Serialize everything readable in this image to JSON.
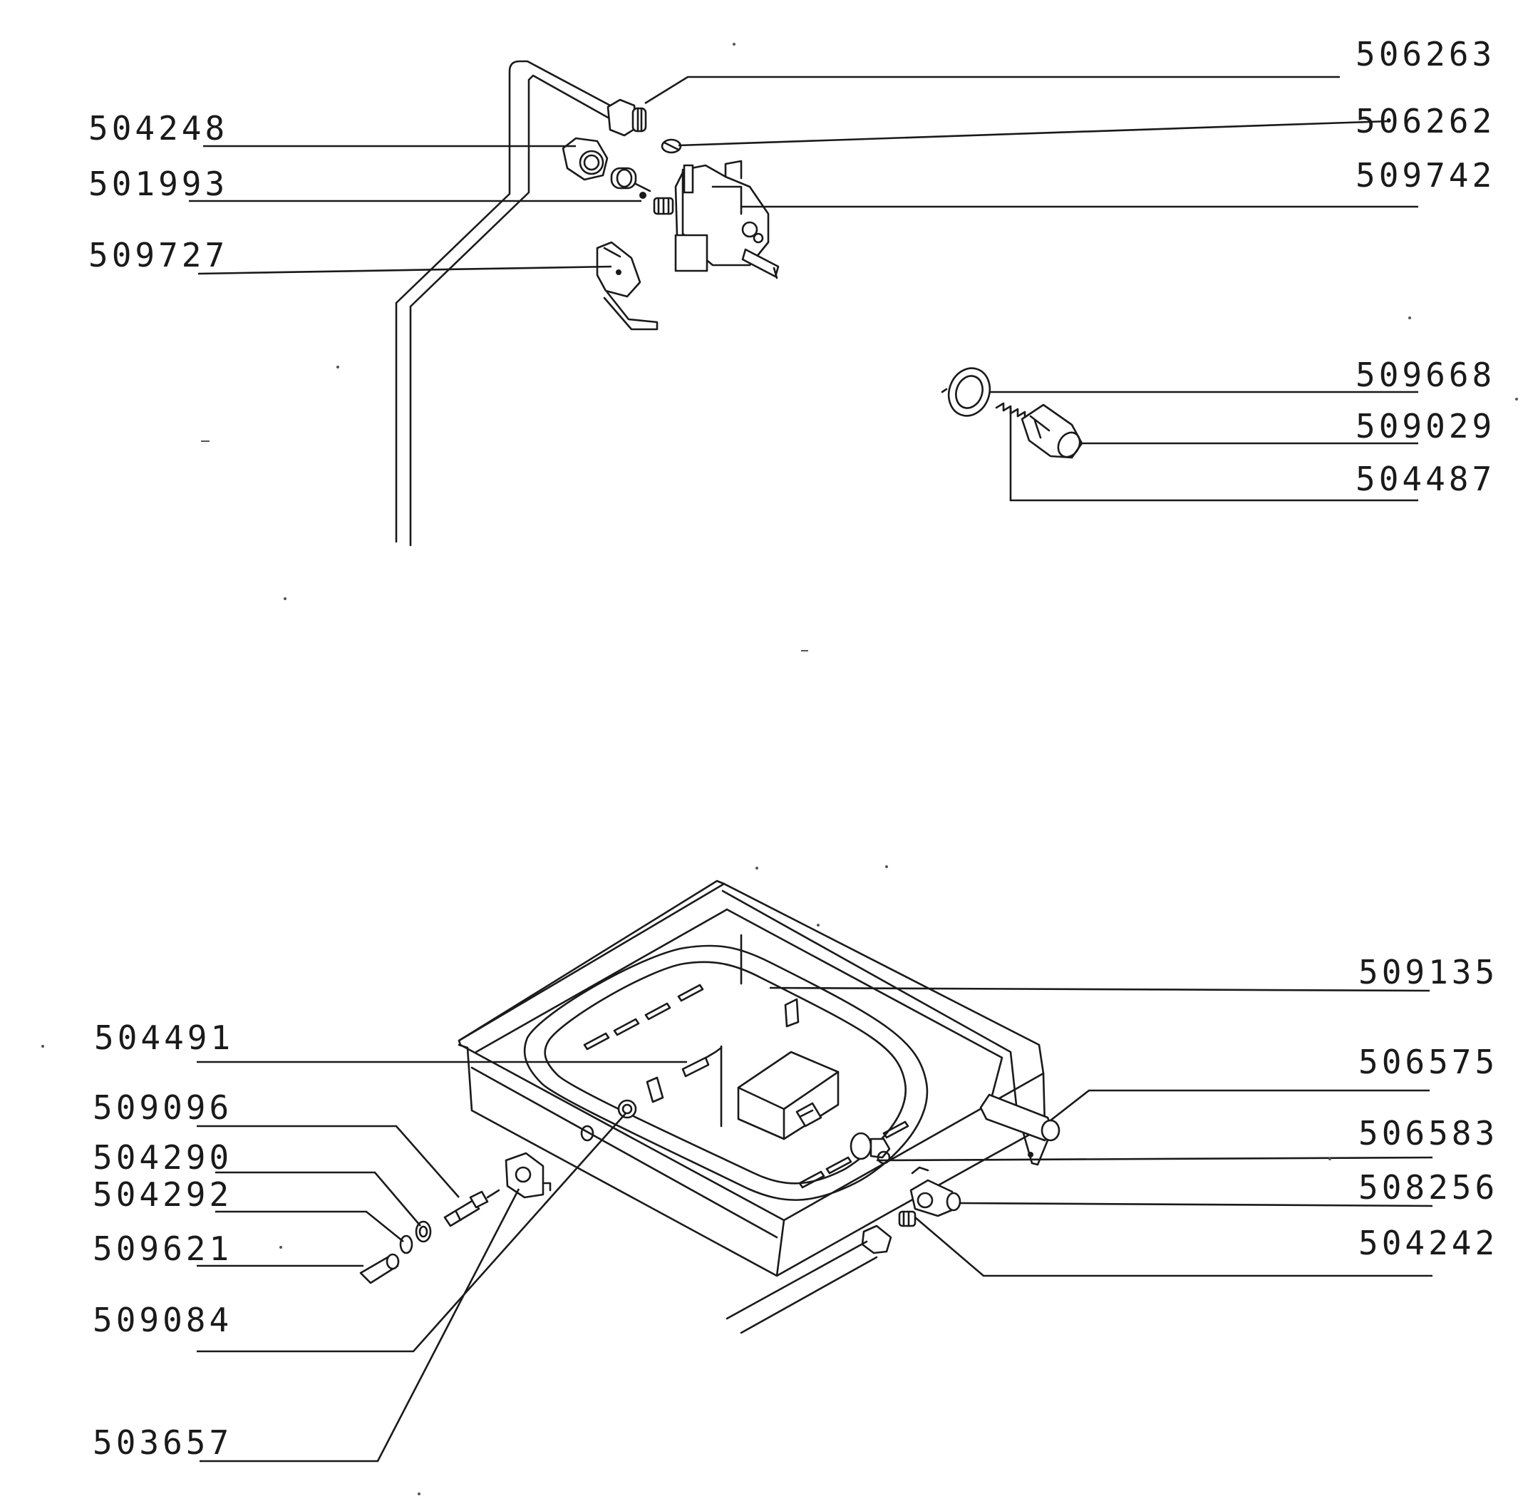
{
  "callouts": {
    "p506263": "506263",
    "p506262": "506262",
    "p509742": "509742",
    "p504248": "504248",
    "p501993": "501993",
    "p509727": "509727",
    "p509668": "509668",
    "p509029": "509029",
    "p504487": "504487",
    "p509135": "509135",
    "p504491": "504491",
    "p506575": "506575",
    "p509096": "509096",
    "p506583": "506583",
    "p504290": "504290",
    "p504292": "504292",
    "p508256": "508256",
    "p509621": "509621",
    "p504242": "504242",
    "p509084": "509084",
    "p503657": "503657"
  }
}
